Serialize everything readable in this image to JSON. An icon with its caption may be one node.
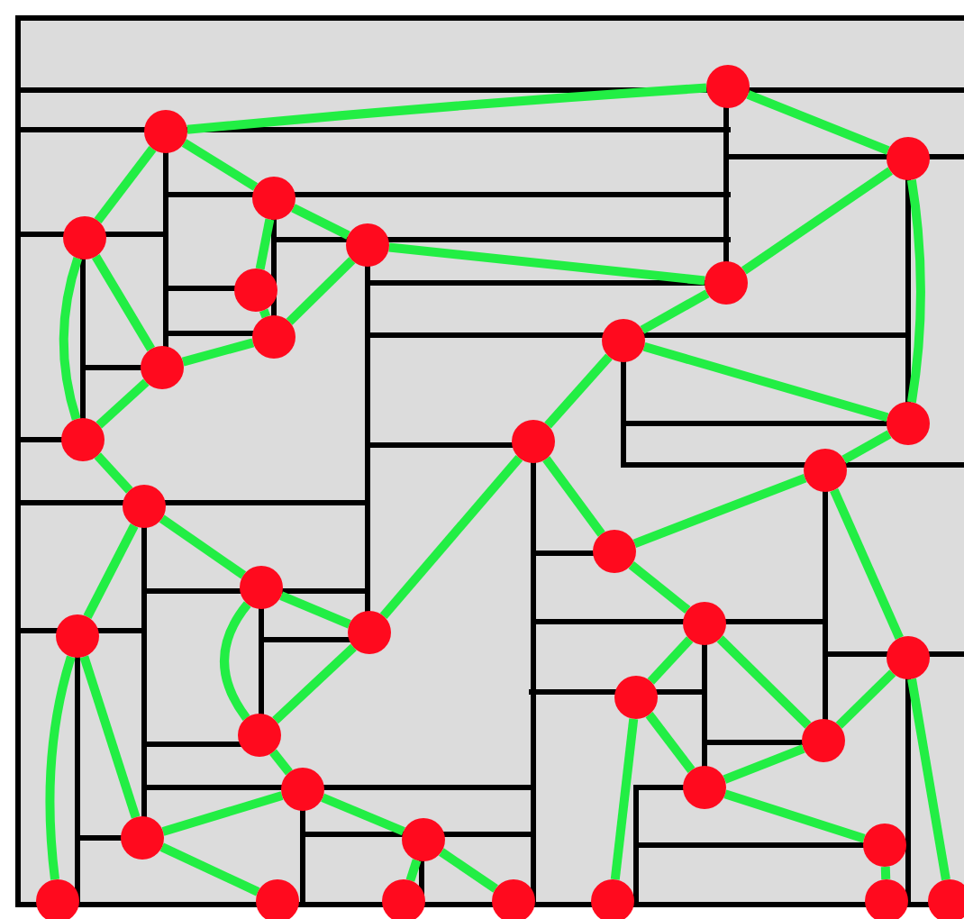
{
  "diagram": {
    "nodes": [
      {
        "text": [],
        "shape": "circle"
      },
      {
        "text": [],
        "shape": "circle"
      },
      {
        "text": [],
        "shape": "circle"
      },
      {
        "text": [],
        "shape": "circle"
      },
      {
        "text": [],
        "shape": "circle"
      },
      {
        "text": [],
        "shape": "circle"
      },
      {
        "text": [],
        "shape": "circle"
      },
      {
        "text": [],
        "shape": "circle"
      },
      {
        "text": [],
        "shape": "circle"
      },
      {
        "text": [],
        "shape": "circle"
      },
      {
        "text": [],
        "shape": "circle"
      },
      {
        "text": [],
        "shape": "circle"
      },
      {
        "text": [],
        "shape": "circle"
      },
      {
        "text": [],
        "shape": "circle"
      },
      {
        "text": [],
        "shape": "circle"
      },
      {
        "text": [],
        "shape": "circle"
      },
      {
        "text": [],
        "shape": "circle"
      },
      {
        "text": [],
        "shape": "circle"
      },
      {
        "text": [],
        "shape": "circle"
      },
      {
        "text": [],
        "shape": "circle"
      },
      {
        "text": [],
        "shape": "circle"
      },
      {
        "text": [],
        "shape": "circle"
      },
      {
        "text": [],
        "shape": "circle"
      },
      {
        "text": [],
        "shape": "circle"
      },
      {
        "text": [],
        "shape": "circle"
      },
      {
        "text": [],
        "shape": "circle"
      },
      {
        "text": [],
        "shape": "circle"
      },
      {
        "text": [],
        "shape": "circle"
      },
      {
        "text": [],
        "shape": "circle"
      },
      {
        "text": [],
        "shape": "circle"
      },
      {
        "text": [],
        "shape": "circle"
      },
      {
        "text": [],
        "shape": "circle"
      },
      {
        "text": [],
        "shape": "circle"
      },
      {
        "text": [],
        "shape": "circle"
      },
      {
        "text": [],
        "shape": "circle"
      },
      {
        "text": [],
        "shape": "circle"
      },
      {
        "text": [],
        "shape": "circle"
      }
    ],
    "edges": [
      {
        "from": 1,
        "to": 0,
        "arrow": "none"
      },
      {
        "from": 0,
        "to": 2,
        "arrow": "none"
      },
      {
        "from": 1,
        "to": 3,
        "arrow": "none"
      },
      {
        "from": 1,
        "to": 4,
        "arrow": "none"
      },
      {
        "from": 3,
        "to": 5,
        "arrow": "none"
      },
      {
        "from": 3,
        "to": 7,
        "arrow": "none"
      },
      {
        "from": 7,
        "to": 8,
        "arrow": "none"
      },
      {
        "from": 8,
        "to": 5,
        "arrow": "none"
      },
      {
        "from": 8,
        "to": 10,
        "arrow": "none"
      },
      {
        "from": 10,
        "to": 4,
        "arrow": "none"
      },
      {
        "from": 4,
        "to": 12,
        "arrow": "none"
      },
      {
        "from": 10,
        "to": 12,
        "arrow": "none"
      },
      {
        "from": 5,
        "to": 6,
        "arrow": "none"
      },
      {
        "from": 6,
        "to": 2,
        "arrow": "none"
      },
      {
        "from": 6,
        "to": 9,
        "arrow": "none"
      },
      {
        "from": 9,
        "to": 13,
        "arrow": "none"
      },
      {
        "from": 9,
        "to": 11,
        "arrow": "none"
      },
      {
        "from": 2,
        "to": 11,
        "arrow": "none"
      },
      {
        "from": 11,
        "to": 14,
        "arrow": "none"
      },
      {
        "from": 12,
        "to": 15,
        "arrow": "none"
      },
      {
        "from": 13,
        "to": 16,
        "arrow": "none"
      },
      {
        "from": 16,
        "to": 14,
        "arrow": "none"
      },
      {
        "from": 16,
        "to": 18,
        "arrow": "none"
      },
      {
        "from": 14,
        "to": 21,
        "arrow": "none"
      },
      {
        "from": 18,
        "to": 22,
        "arrow": "none"
      },
      {
        "from": 18,
        "to": 24,
        "arrow": "none"
      },
      {
        "from": 21,
        "to": 24,
        "arrow": "none"
      },
      {
        "from": 22,
        "to": 25,
        "arrow": "none"
      },
      {
        "from": 22,
        "to": 34,
        "arrow": "none"
      },
      {
        "from": 24,
        "to": 25,
        "arrow": "none"
      },
      {
        "from": 25,
        "to": 29,
        "arrow": "none"
      },
      {
        "from": 29,
        "to": 35,
        "arrow": "none"
      },
      {
        "from": 21,
        "to": 36,
        "arrow": "none"
      },
      {
        "from": 13,
        "to": 19,
        "arrow": "none"
      },
      {
        "from": 15,
        "to": 17,
        "arrow": "none"
      },
      {
        "from": 15,
        "to": 20,
        "arrow": "none"
      },
      {
        "from": 17,
        "to": 19,
        "arrow": "none"
      },
      {
        "from": 17,
        "to": 23,
        "arrow": "none"
      },
      {
        "from": 19,
        "to": 23,
        "arrow": "none"
      },
      {
        "from": 23,
        "to": 26,
        "arrow": "none"
      },
      {
        "from": 26,
        "to": 27,
        "arrow": "none"
      },
      {
        "from": 26,
        "to": 28,
        "arrow": "none"
      },
      {
        "from": 20,
        "to": 27,
        "arrow": "none"
      },
      {
        "from": 20,
        "to": 30,
        "arrow": "none"
      },
      {
        "from": 27,
        "to": 31,
        "arrow": "none"
      },
      {
        "from": 28,
        "to": 32,
        "arrow": "none"
      },
      {
        "from": 28,
        "to": 33,
        "arrow": "none"
      }
    ]
  }
}
